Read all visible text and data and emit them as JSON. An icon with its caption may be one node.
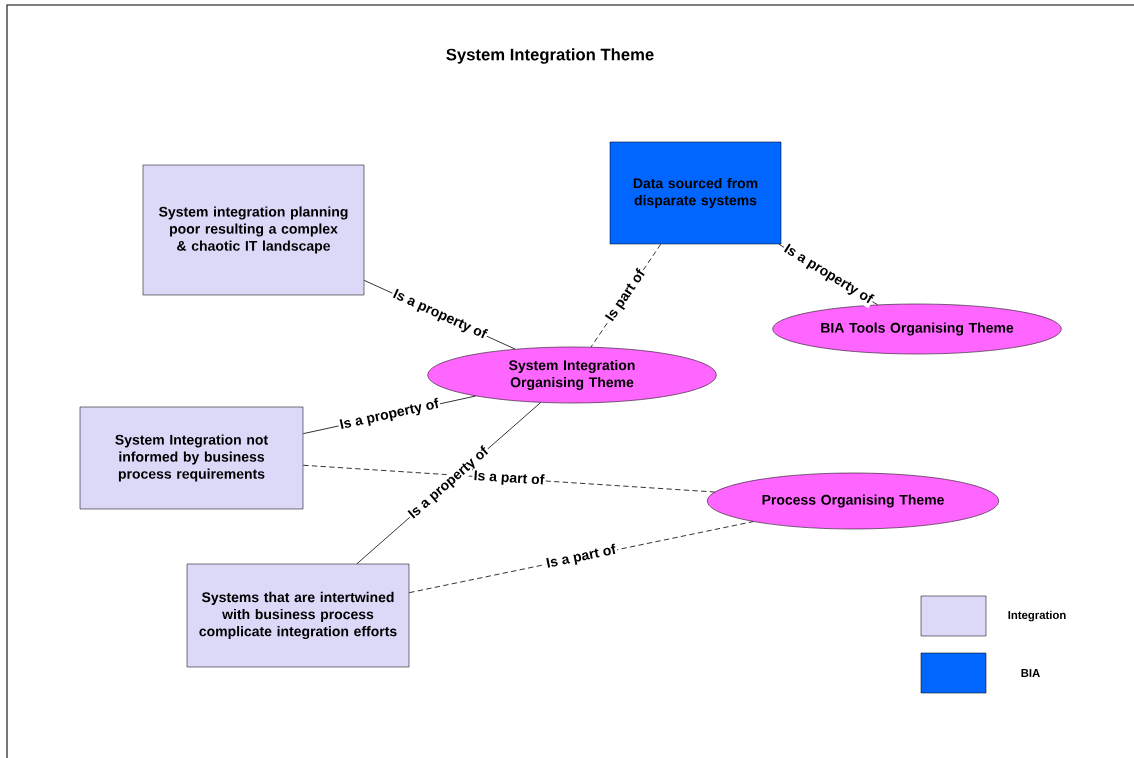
{
  "diagram": {
    "title": "System Integration Theme",
    "nodes": [
      {
        "text": [
          "System integration planning poor resulting a complex & chaotic IT landscape"
        ]
      },
      {
        "text": [
          "Data sourced from disparate systems"
        ]
      },
      {
        "text": [
          "BIA Tools Organising Theme"
        ]
      },
      {
        "text": [
          "System Integration Organising Theme"
        ]
      },
      {
        "text": [
          "System Integration not informed by business process requirements"
        ]
      },
      {
        "text": [
          "Process Organising Theme"
        ]
      },
      {
        "text": [
          "Systems that are intertwined with business process complicate integration efforts"
        ]
      }
    ],
    "edges": [
      {
        "from": 0,
        "to": 3,
        "arrow": "none",
        "label": "Is a property of"
      },
      {
        "from": 1,
        "to": 3,
        "arrow": "none",
        "label": "Is part of",
        "style": "dashed"
      },
      {
        "from": 1,
        "to": 2,
        "arrow": "none",
        "label": "Is a property of"
      },
      {
        "from": 4,
        "to": 3,
        "arrow": "none",
        "label": "Is a property of"
      },
      {
        "from": 6,
        "to": 3,
        "arrow": "none",
        "label": "Is a property of"
      },
      {
        "from": 4,
        "to": 5,
        "arrow": "none",
        "label": "Is a part of",
        "style": "dashed"
      },
      {
        "from": 6,
        "to": 5,
        "arrow": "none",
        "label": "Is a part of",
        "style": "dashed"
      }
    ],
    "legend": [
      {
        "text": "Integration",
        "color": "#dcd8f8"
      },
      {
        "text": "BIA",
        "color": "#0066ff"
      }
    ]
  }
}
